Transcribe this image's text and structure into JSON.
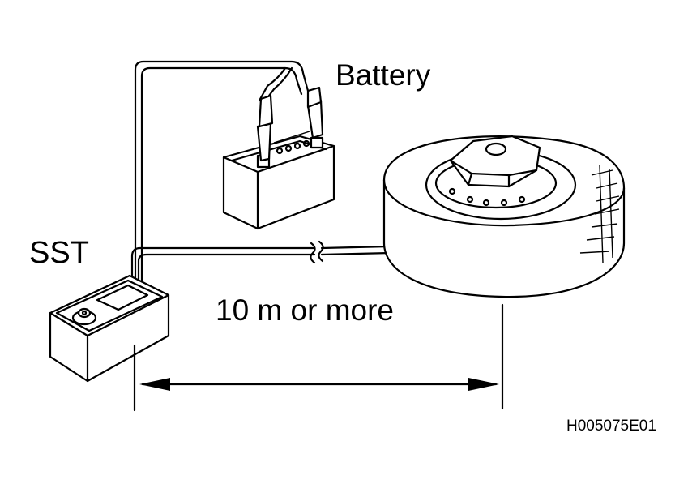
{
  "labels": {
    "battery": "Battery",
    "sst": "SST",
    "distance": "10 m or more",
    "figure_code": "H005075E01"
  }
}
